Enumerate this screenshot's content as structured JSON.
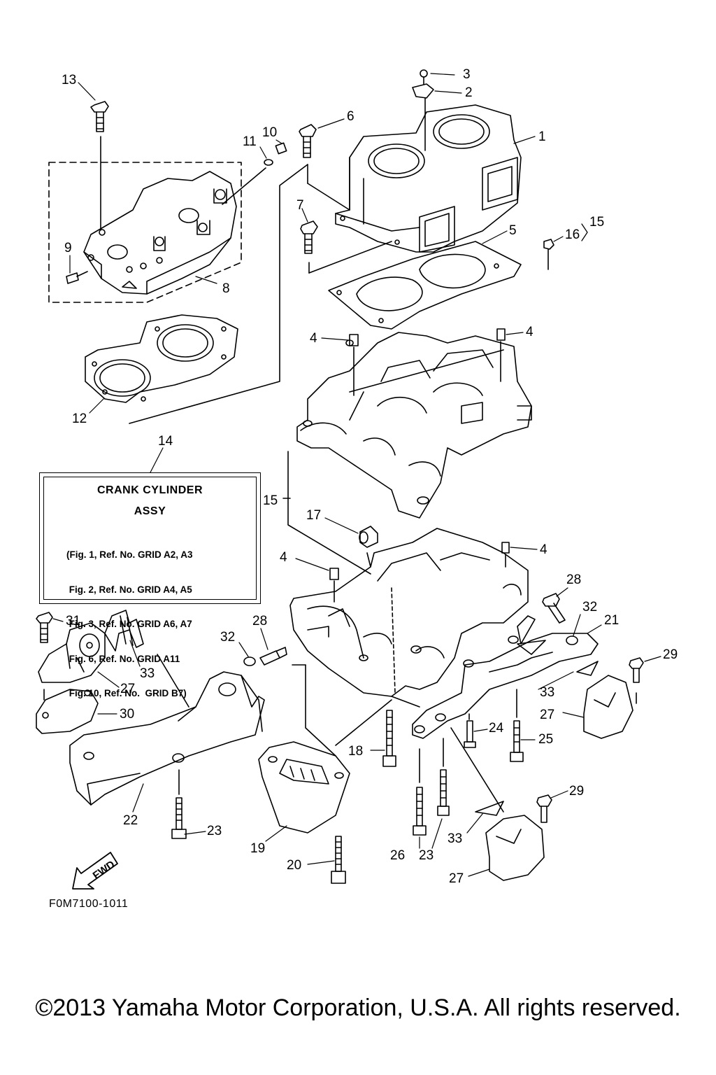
{
  "callouts": [
    "1",
    "2",
    "3",
    "4",
    "5",
    "6",
    "7",
    "8",
    "9",
    "10",
    "11",
    "12",
    "13",
    "14",
    "15",
    "16",
    "17",
    "18",
    "19",
    "20",
    "21",
    "22",
    "23",
    "24",
    "25",
    "26",
    "27",
    "28",
    "29",
    "30",
    "31",
    "32",
    "33"
  ],
  "info_box": {
    "title_line1": "CRANK CYLINDER",
    "title_line2": "ASSY",
    "refs": [
      "(Fig. 1, Ref. No. GRID A2, A3",
      " Fig. 2, Ref. No. GRID A4, A5",
      " Fig. 3, Ref. No. GRID A6, A7",
      " Fig. 6, Ref. No. GRID A11",
      " Fig. 10, Ref. No.  GRID B7)"
    ]
  },
  "fwd_label": "FWD",
  "diagram_code": "F0M7100-1011",
  "copyright": "©2013 Yamaha Motor Corporation, U.S.A. All rights reserved."
}
